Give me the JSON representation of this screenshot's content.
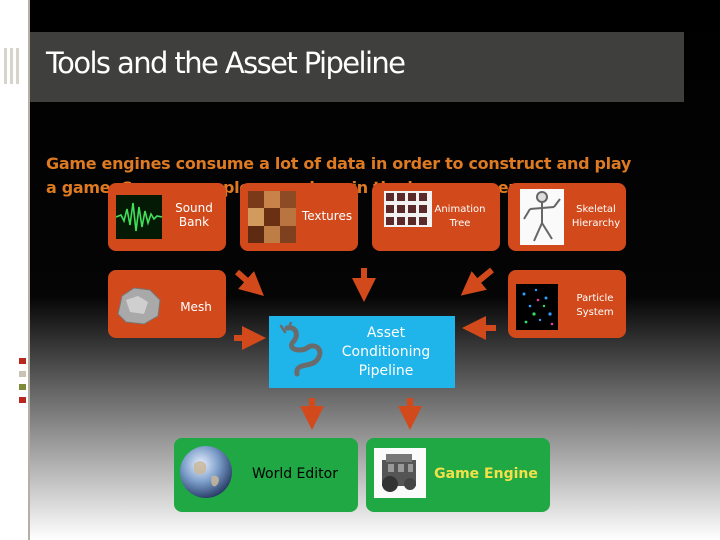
{
  "slide": {
    "title": "Tools and the Asset Pipeline",
    "body_line1": "Game engines consume a lot of data in order to construct and play",
    "body_line2": "a game. Some examples are given in the lower screen"
  },
  "nodes": {
    "sound_bank": "Sound\nBank",
    "textures": "Textures",
    "animation_tree": "Animation\nTree",
    "skeletal_hierarchy": "Skeletal\nHierarchy",
    "mesh": "Mesh",
    "particle_system": "Particle\nSystem",
    "asset_conditioning": "Asset\nConditioning\nPipeline",
    "world_editor": "World Editor",
    "game_engine": "Game Engine"
  },
  "colors": {
    "node_orange": "#d24a1c",
    "node_green": "#1fa843",
    "pipeline_blue": "#1fb4ea",
    "body_text": "#dd7a22",
    "game_engine_text": "#f4e04a"
  }
}
